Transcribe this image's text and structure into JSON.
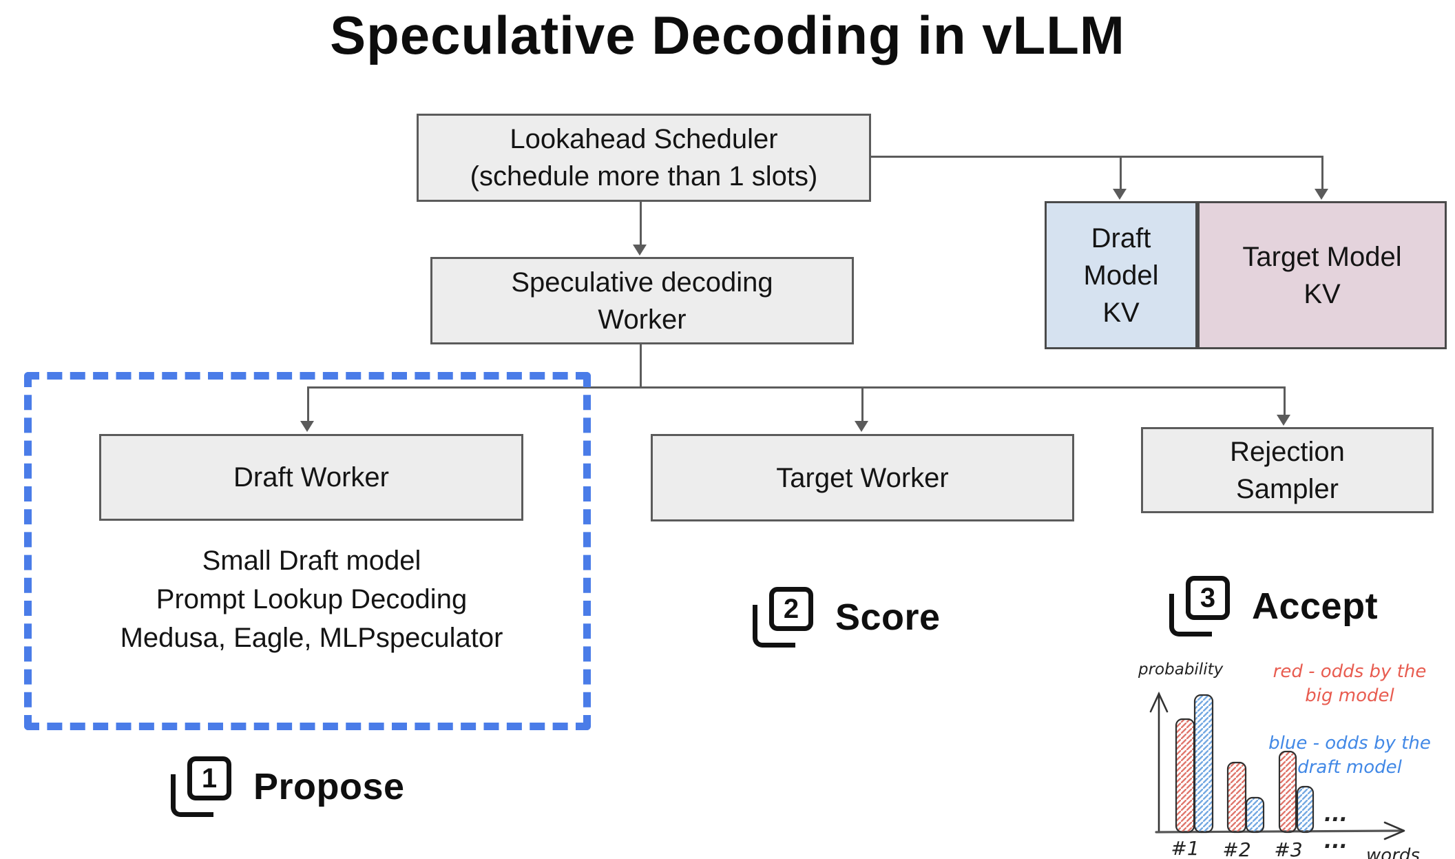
{
  "title": "Speculative Decoding in vLLM",
  "colors": {
    "box_fill": "#ededed",
    "box_border": "#5b5b5b",
    "connector": "#5b5b5b",
    "dashed_region_blue": "#4a7ce8",
    "draft_kv_fill": "#d6e2f0",
    "target_kv_fill": "#e4d3dc",
    "legend_red": "#e85c50",
    "legend_blue": "#4188e6"
  },
  "nodes": {
    "scheduler": {
      "line1": "Lookahead Scheduler",
      "line2": "(schedule more than 1 slots)"
    },
    "spec_worker": {
      "line1": "Speculative decoding",
      "line2": "Worker"
    },
    "draft_kv": {
      "line1": "Draft",
      "line2": "Model",
      "line3": "KV"
    },
    "target_kv": {
      "line1": "Target Model",
      "line2": "KV"
    },
    "draft_worker": {
      "label": "Draft Worker"
    },
    "target_worker": {
      "label": "Target Worker"
    },
    "rejection_sampler": {
      "line1": "Rejection",
      "line2": "Sampler"
    }
  },
  "draft_methods": {
    "line1": "Small Draft model",
    "line2": "Prompt Lookup Decoding",
    "line3": "Medusa, Eagle, MLPspeculator"
  },
  "steps": [
    {
      "number": "1",
      "label": "Propose"
    },
    {
      "number": "2",
      "label": "Score"
    },
    {
      "number": "3",
      "label": "Accept"
    }
  ],
  "chart_data": {
    "type": "bar",
    "title": "",
    "ylabel": "probability",
    "xlabel": "words",
    "categories": [
      "#1",
      "#2",
      "#3"
    ],
    "ellipsis": "...",
    "ylim": [
      0,
      1
    ],
    "legend_position": "upper right",
    "style": "hand-drawn rounded bars with diagonal hatching",
    "series": [
      {
        "name": "red - odds by the big model",
        "legend_line1": "red - odds by the",
        "legend_line2": "big model",
        "color": "#e85c50",
        "values": [
          0.62,
          0.38,
          0.44
        ]
      },
      {
        "name": "blue - odds by the draft model",
        "legend_line1": "blue - odds by the",
        "legend_line2": "draft model",
        "color": "#4188e6",
        "values": [
          0.75,
          0.19,
          0.25
        ]
      }
    ]
  }
}
